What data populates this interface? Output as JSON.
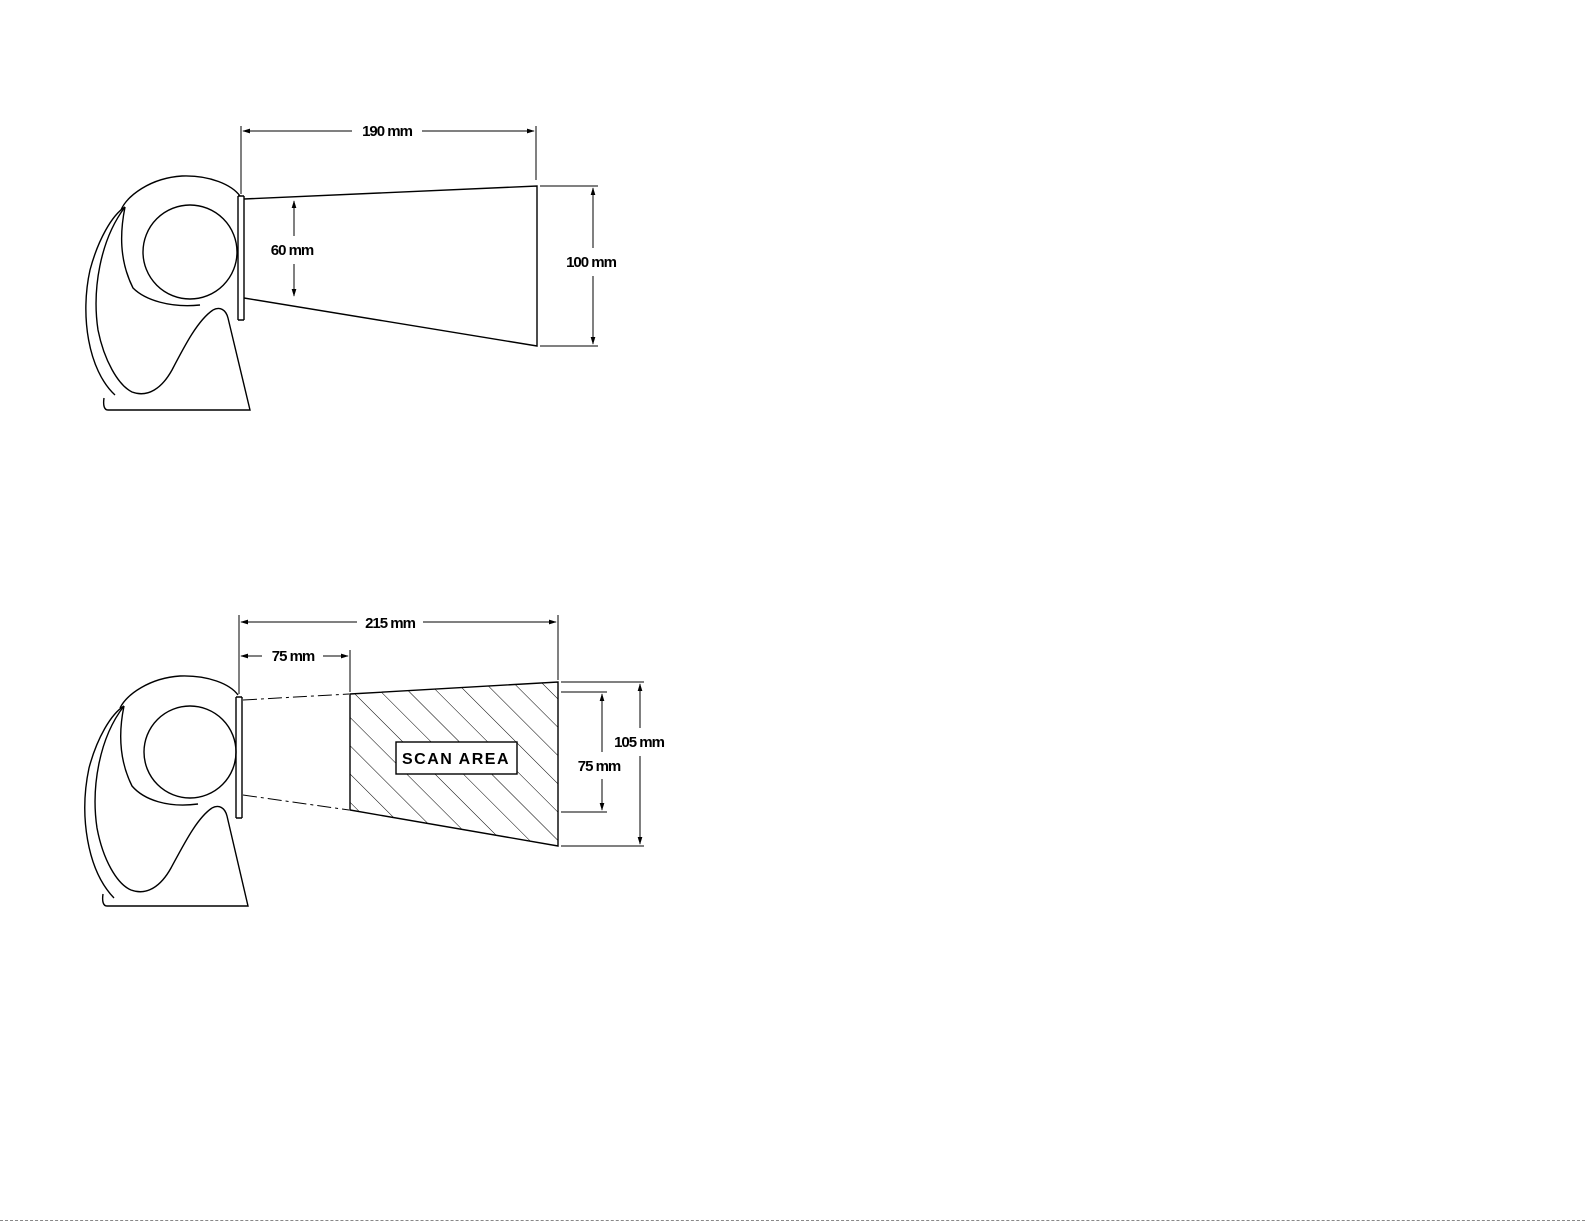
{
  "top_view": {
    "depth_label": "190 mm",
    "near_width_label": "60 mm",
    "far_width_label": "100 mm"
  },
  "bottom_view": {
    "depth_label": "215 mm",
    "near_depth_label": "75 mm",
    "far_width_label": "105 mm",
    "near_width_label": "75 mm",
    "scan_area_label": "SCAN AREA"
  }
}
